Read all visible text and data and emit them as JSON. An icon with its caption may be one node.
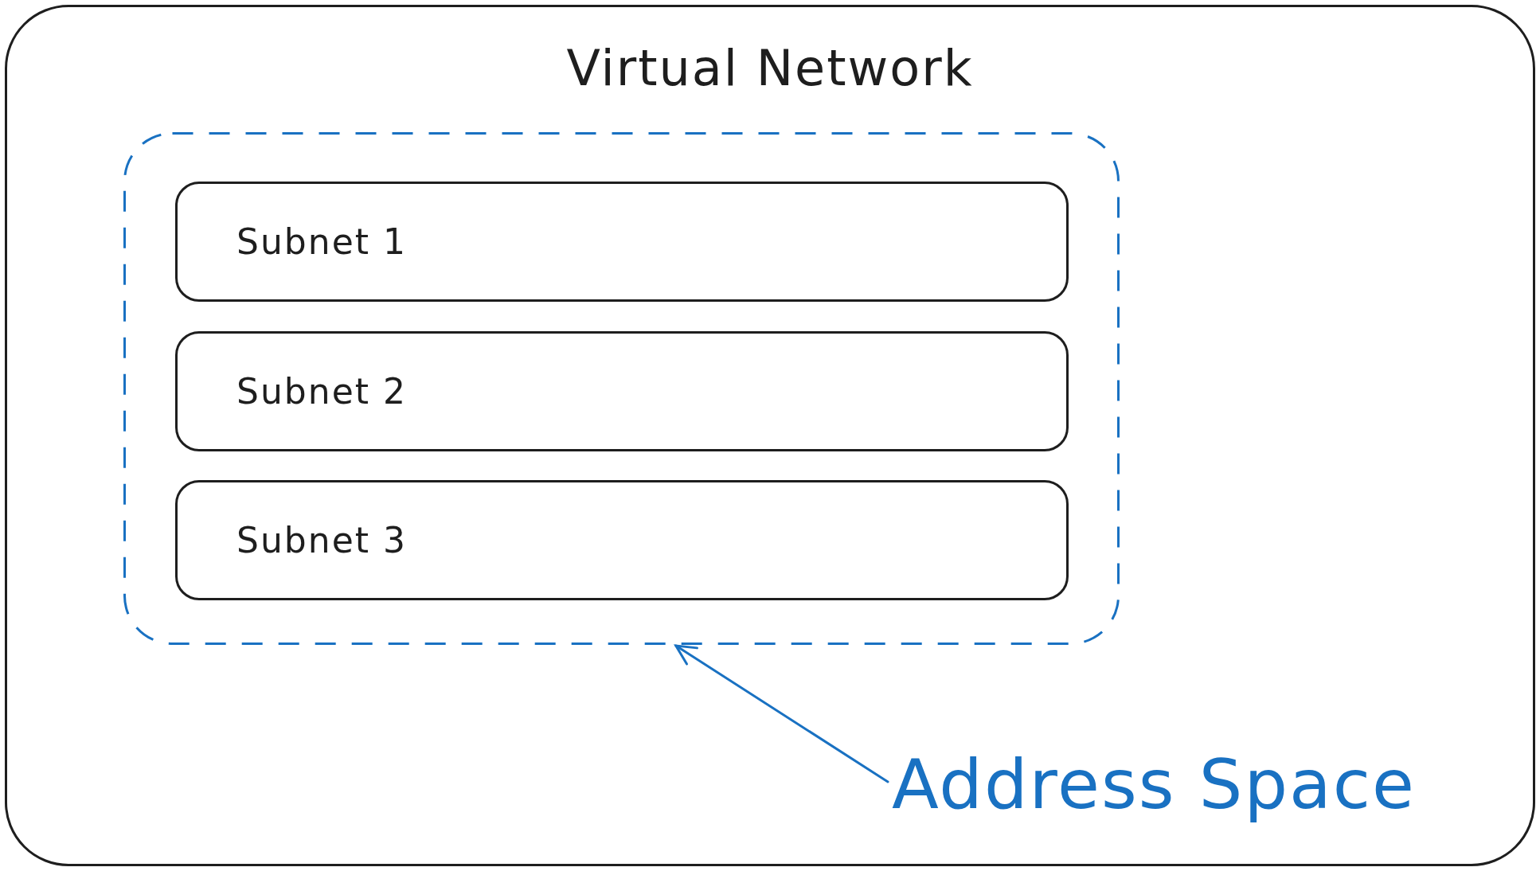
{
  "diagram": {
    "nodes": [
      {
        "text": [
          "Virtual Network"
        ]
      },
      {
        "text": [],
        "shape": "box",
        "in": 0
      },
      {
        "text": [
          "Subnet 1"
        ],
        "in": 1
      },
      {
        "text": [
          "Subnet 2"
        ],
        "in": 1
      },
      {
        "text": [
          "Subnet 3"
        ],
        "in": 1
      },
      {
        "text": [
          "Address Space"
        ],
        "in": 0
      }
    ],
    "edges": [
      {
        "from": 5,
        "to": 1,
        "arrow": "to",
        "color": "#1971c2"
      }
    ]
  }
}
